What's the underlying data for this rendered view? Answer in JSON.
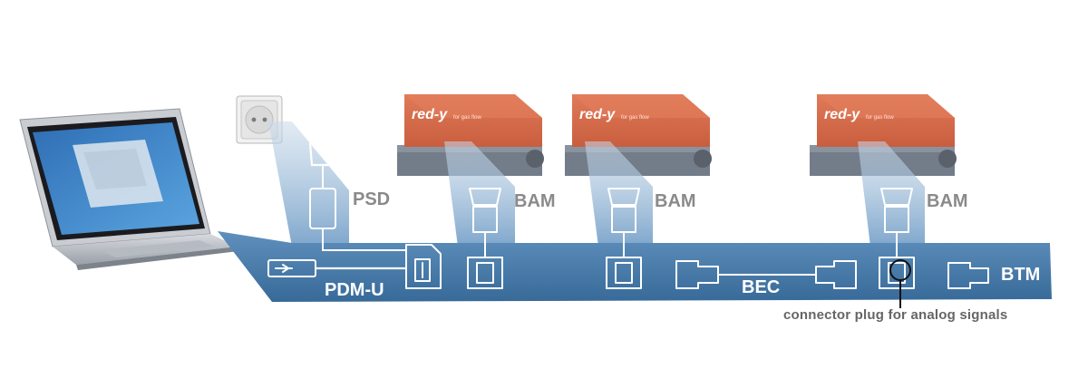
{
  "labels": {
    "psd": "PSD",
    "bam_1": "BAM",
    "bam_2": "BAM",
    "bam_3": "BAM",
    "pdm_u": "PDM-U",
    "bec": "BEC",
    "btm": "BTM",
    "connector_note": "connector plug for analog signals"
  },
  "device_branding": {
    "logo": "red-y",
    "subtitle": "for gas flow"
  },
  "colors": {
    "bus_blue": "#3f73a3",
    "device_orange": "#d4684a",
    "device_base_gray": "#6f7784",
    "label_gray": "#8a8a8a"
  },
  "icons": [
    "laptop-icon",
    "wall-socket-icon",
    "power-plug-icon",
    "usb-plug-icon",
    "d-sub-connector-icon",
    "terminal-module-icon"
  ]
}
